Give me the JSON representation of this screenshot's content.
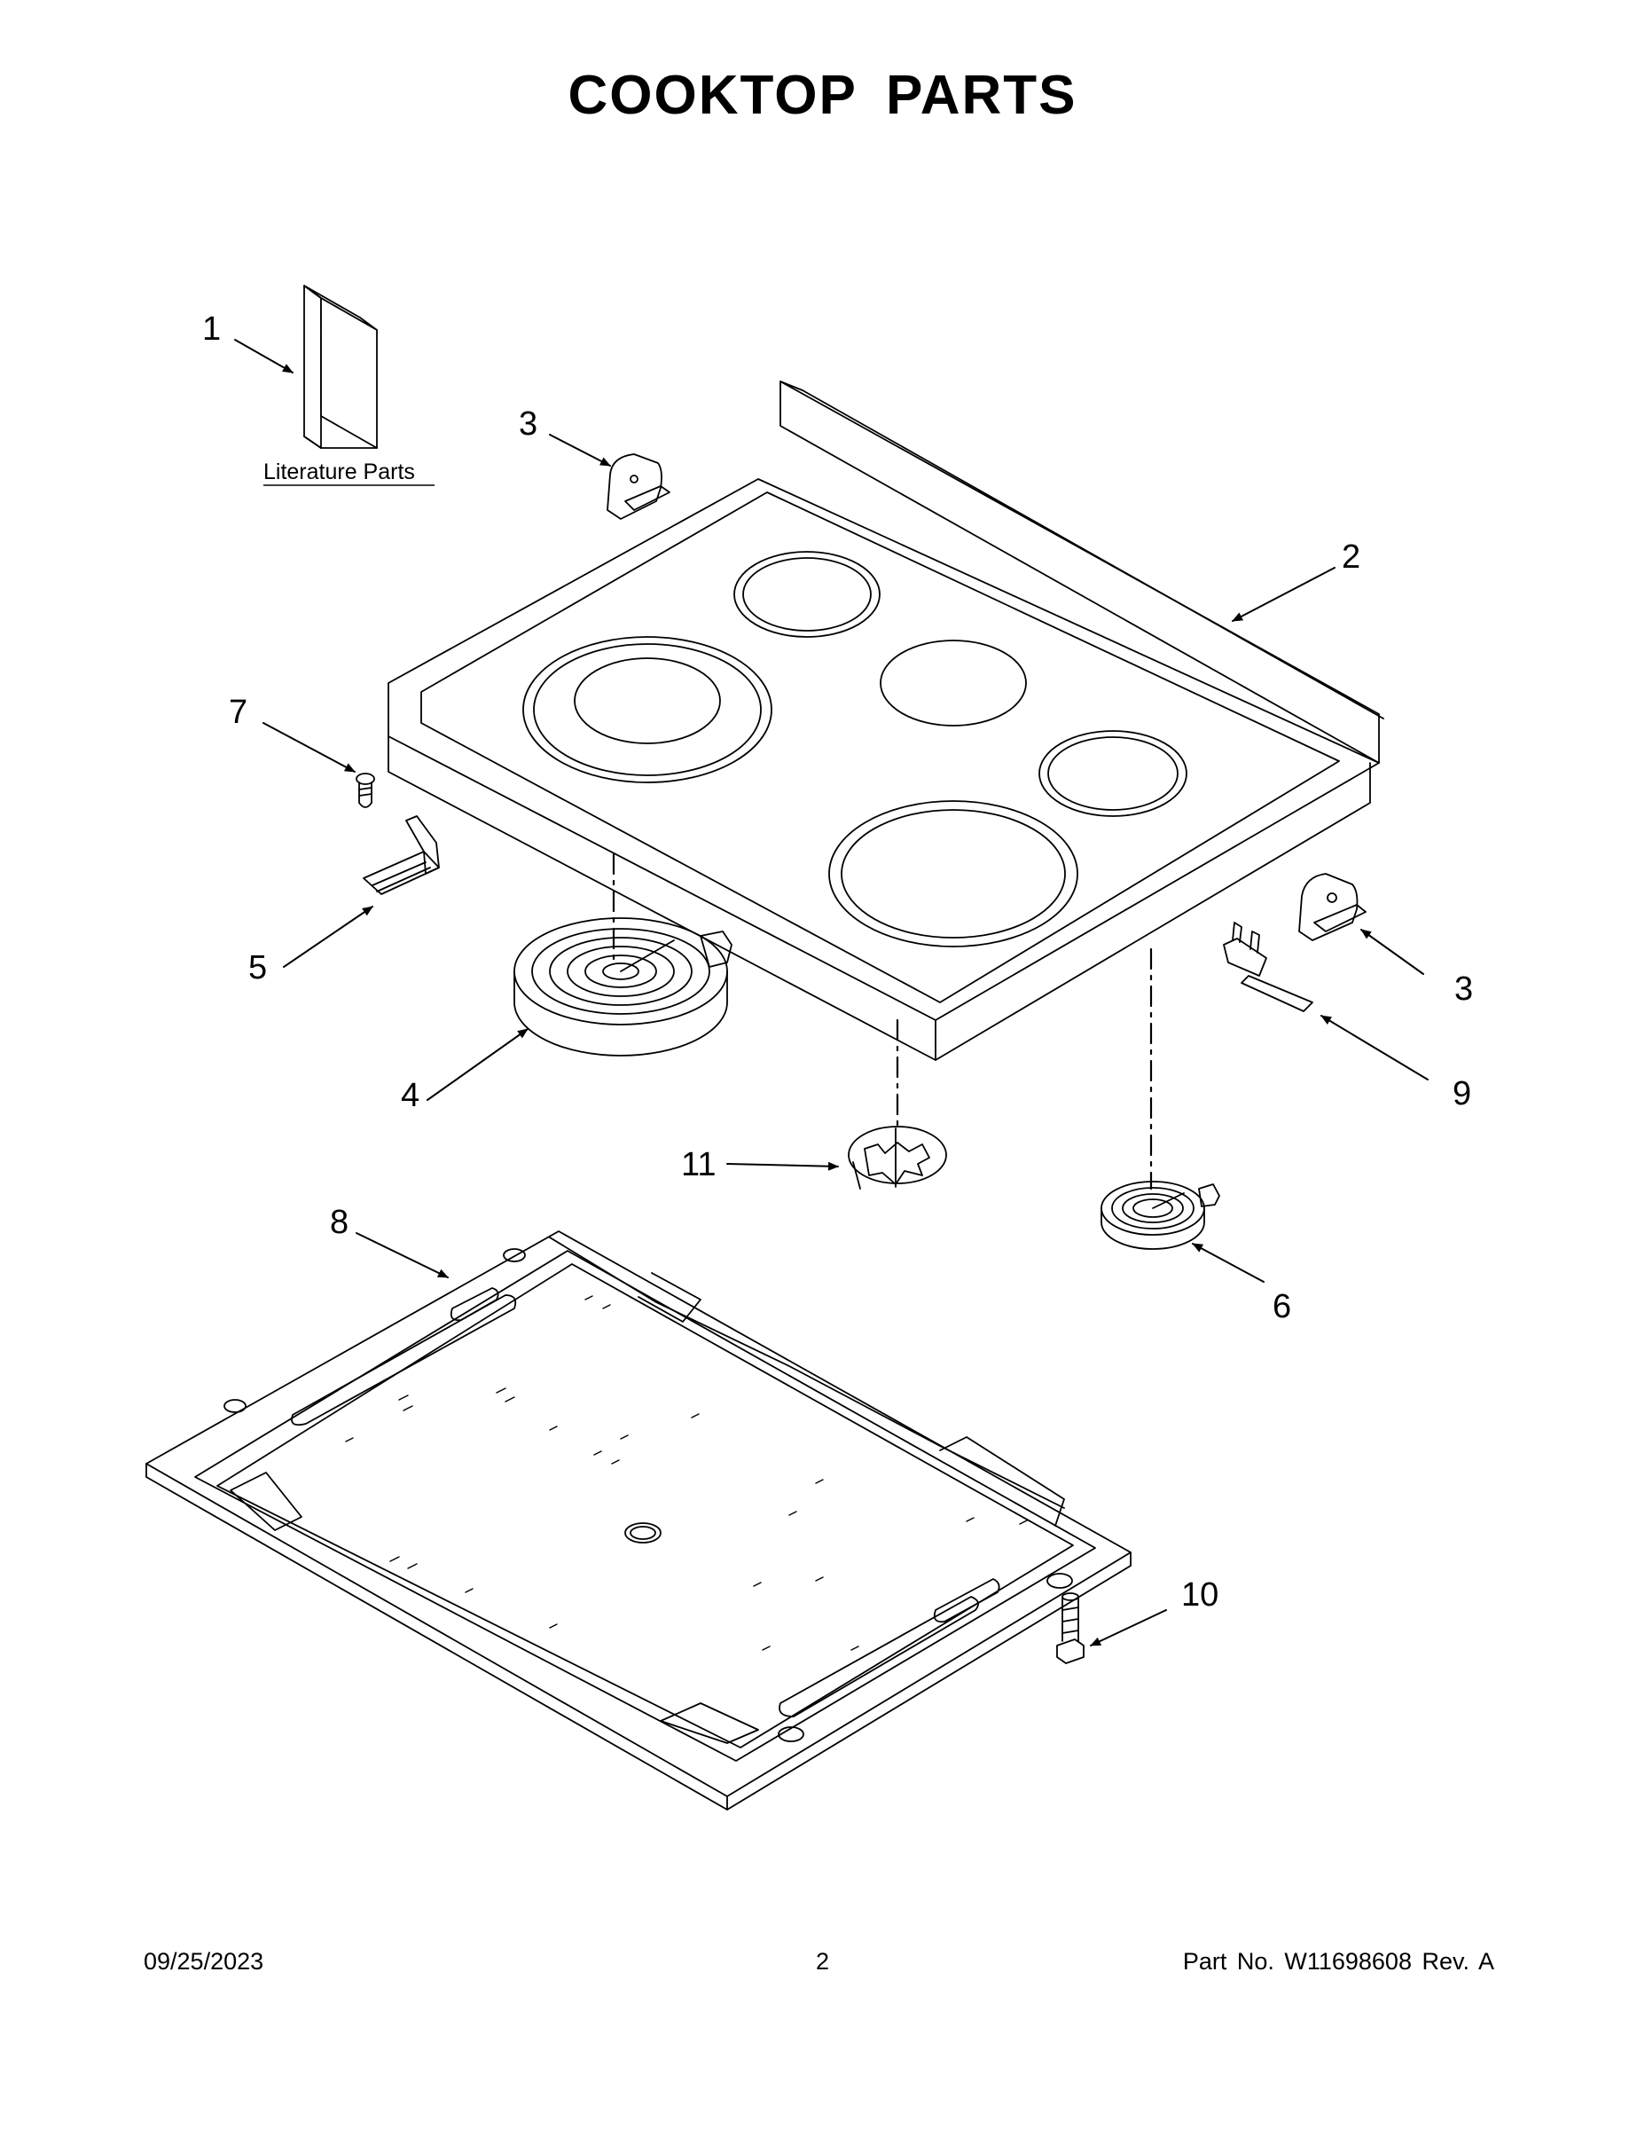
{
  "page": {
    "title": "COOKTOP PARTS"
  },
  "diagram": {
    "literature_label": "Literature Parts",
    "callouts": {
      "c1": "1",
      "c2": "2",
      "c3a": "3",
      "c3b": "3",
      "c4": "4",
      "c5": "5",
      "c6": "6",
      "c7": "7",
      "c8": "8",
      "c9": "9",
      "c10": "10",
      "c11": "11"
    }
  },
  "footer": {
    "date": "09/25/2023",
    "page_number": "2",
    "part_info": "Part No.  W11698608  Rev.  A"
  }
}
